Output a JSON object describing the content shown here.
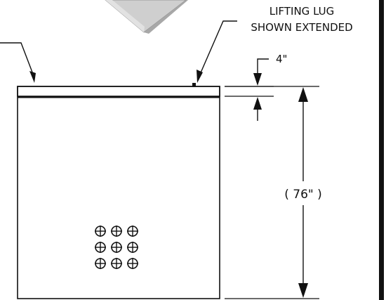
{
  "annotations": {
    "lifting_lug_line1": "LIFTING LUG",
    "lifting_lug_line2": "SHOWN EXTENDED"
  },
  "dimensions": {
    "lid_thickness": "4\"",
    "overall_height": "( 76\" )"
  },
  "crosshair_grid": {
    "rows": 3,
    "columns": 3
  },
  "colors": {
    "ink": "#111111",
    "background": "#ffffff",
    "render_light": "#d9d9d9",
    "render_dark": "#a8a8a8"
  }
}
